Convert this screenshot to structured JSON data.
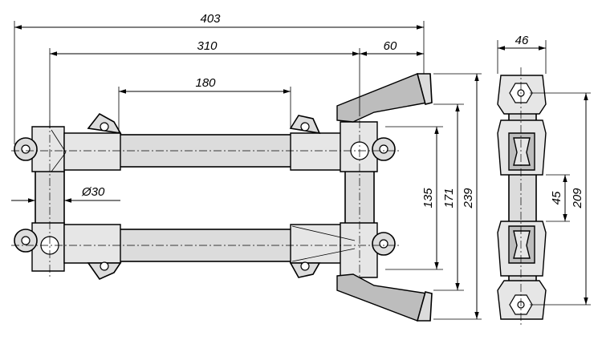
{
  "dimensions": {
    "overall_width": "403",
    "handle_width": "310",
    "bar_length": "180",
    "end_offset": "60",
    "tube_diameter": "Ø30",
    "side_width": "46",
    "inner_height": "135",
    "mid_height": "171",
    "total_height": "239",
    "side_height": "209",
    "side_gap": "45"
  }
}
